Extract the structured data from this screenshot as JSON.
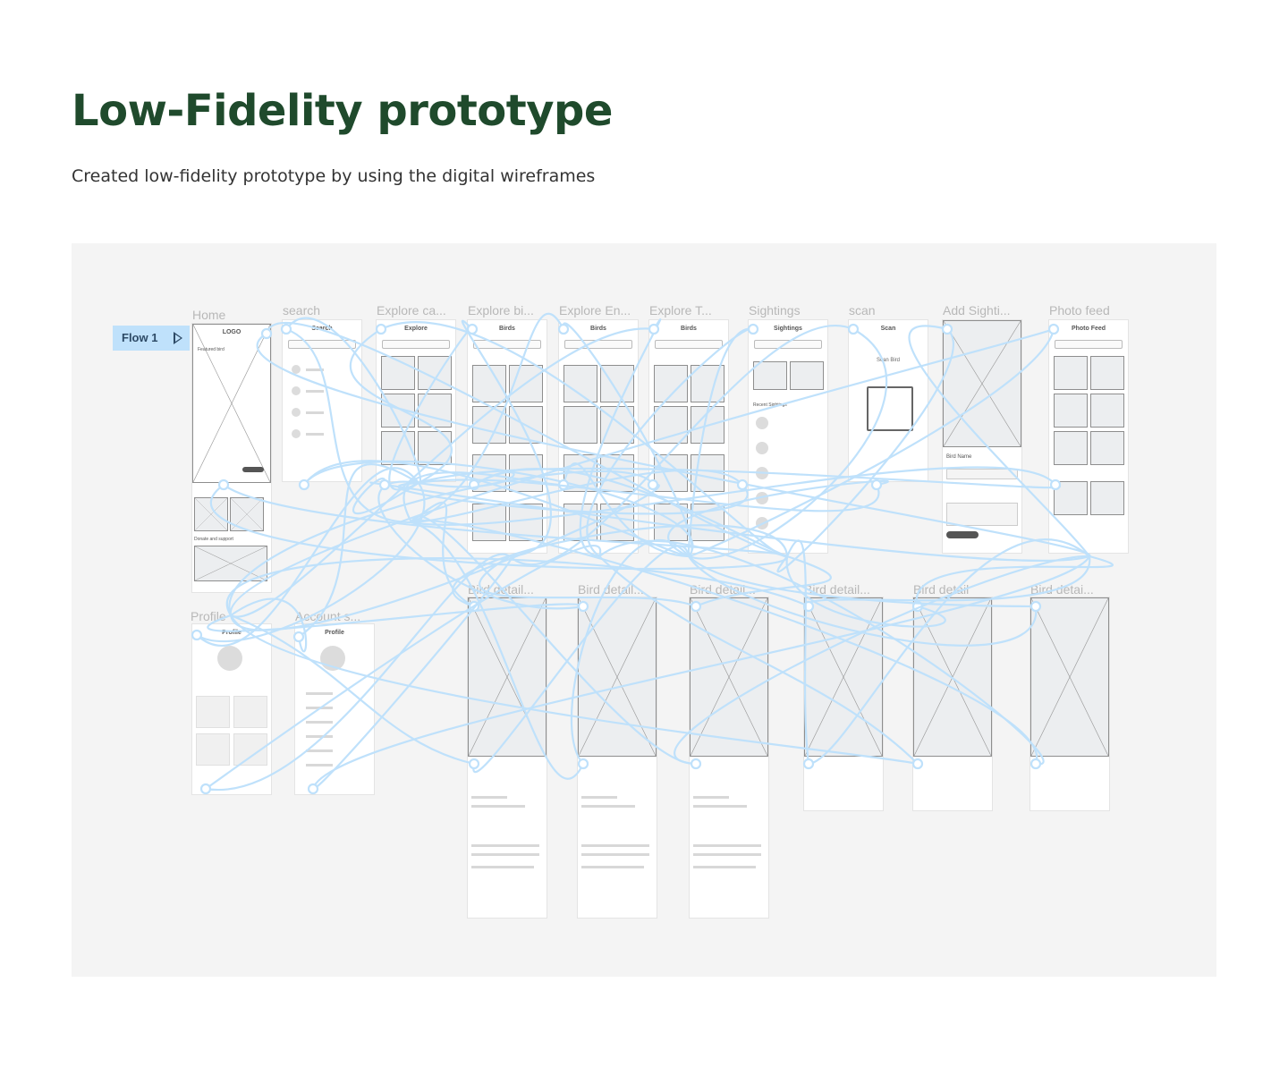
{
  "header": {
    "title": "Low-Fidelity prototype",
    "subtitle": "Created low-fidelity prototype by using the digital wireframes"
  },
  "flow": {
    "label": "Flow 1"
  },
  "frames": {
    "home": "Home",
    "search": "search",
    "explore_categories": "Explore ca...",
    "explore_birds": "Explore bi...",
    "explore_endangered": "Explore En...",
    "explore_t": "Explore T...",
    "sightings": "Sightings",
    "scan": "scan",
    "add_sighting": "Add Sighti...",
    "photo_feed": "Photo feed",
    "profile": "Profile",
    "account": "Account s...",
    "bird_detail_1": "Bird detail...",
    "bird_detail_2": "Bird detail...",
    "bird_detail_3": "Bird detail...",
    "bird_detail_4": "Bird detail...",
    "bird_detail_5": "Bird detail",
    "bird_detail_6": "Bird detai..."
  },
  "screens": {
    "home_logo": "LOGO",
    "home_featured": "Featured bird",
    "home_donate": "Donate and support",
    "search_title": "Search",
    "explore_title": "Explore",
    "birds_title": "Birds",
    "sightings_title": "Sightings",
    "sightings_recent": "Recent Sightings",
    "scan_title": "Scan",
    "scan_bird": "Scan Bird",
    "add_bird_name": "Bird Name",
    "photo_feed_title": "Photo Feed",
    "profile_title": "Profile",
    "account_title": "Profile"
  },
  "colors": {
    "title": "#1f4a2c",
    "canvas": "#f4f4f4",
    "wire": "#bfe1fb",
    "badge": "#bfe1fb"
  }
}
